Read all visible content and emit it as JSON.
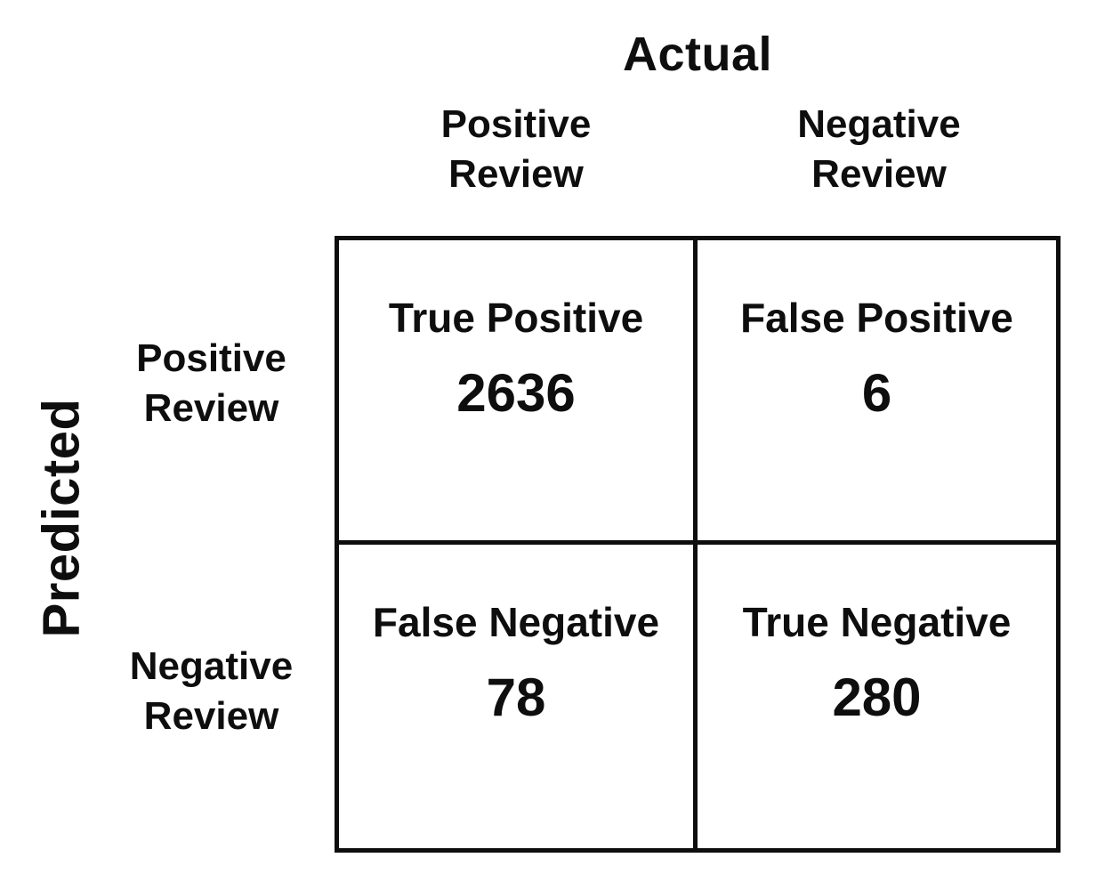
{
  "figure": {
    "x_axis_title": "Actual",
    "y_axis_title": "Predicted",
    "col_headers": [
      {
        "line1": "Positive",
        "line2": "Review"
      },
      {
        "line1": "Negative",
        "line2": "Review"
      }
    ],
    "row_headers": [
      {
        "line1": "Positive",
        "line2": "Review"
      },
      {
        "line1": "Negative",
        "line2": "Review"
      }
    ],
    "cells": [
      {
        "label": "True Positive",
        "value": "2636"
      },
      {
        "label": "False Positive",
        "value": "6"
      },
      {
        "label": "False Negative",
        "value": "78"
      },
      {
        "label": "True Negative",
        "value": "280"
      }
    ]
  },
  "colors": {
    "text": "#0e0e0e",
    "grid_line": "#0e0e0e",
    "background": "#ffffff"
  },
  "chart_data": {
    "type": "table",
    "x_axis_label": "Actual",
    "y_axis_label": "Predicted",
    "columns": [
      "Positive Review",
      "Negative Review"
    ],
    "rows": [
      "Positive Review",
      "Negative Review"
    ],
    "cell_labels": [
      [
        "True Positive",
        "False Positive"
      ],
      [
        "False Negative",
        "True Negative"
      ]
    ],
    "values": [
      [
        2636,
        6
      ],
      [
        78,
        280
      ]
    ],
    "grid": true,
    "legend": false
  }
}
